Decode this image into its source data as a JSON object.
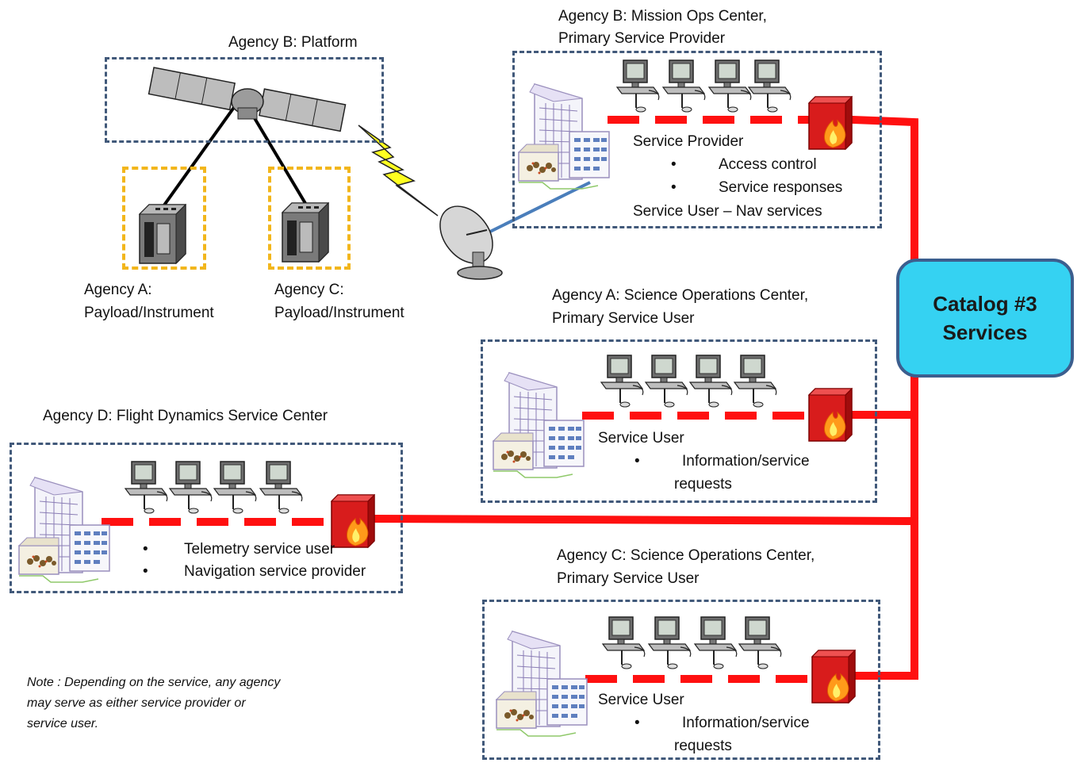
{
  "platform": {
    "title": "Agency B:  Platform",
    "instrument_a": [
      "Agency A:",
      "Payload/Instrument"
    ],
    "instrument_c": [
      "Agency C:",
      "Payload/Instrument"
    ]
  },
  "mission_ops": {
    "title": [
      "Agency B:  Mission Ops Center,",
      "Primary Service Provider"
    ],
    "role": "Service Provider",
    "bullets": [
      "Access control",
      "Service responses"
    ],
    "extra": "Service User – Nav services"
  },
  "science_a": {
    "title": [
      "Agency A:  Science Operations Center,",
      "Primary Service User"
    ],
    "role": "Service User",
    "bullets": [
      "Information/service",
      "requests"
    ]
  },
  "flight_dynamics": {
    "title": "Agency D:  Flight Dynamics Service Center",
    "bullets": [
      "Telemetry service user",
      "Navigation service provider"
    ]
  },
  "science_c": {
    "title": [
      "Agency C:  Science Operations Center,",
      "Primary Service User"
    ],
    "role": "Service User",
    "bullets": [
      "Information/service",
      "requests"
    ]
  },
  "catalog": {
    "line1": "Catalog #3",
    "line2": "Services"
  },
  "note": "Note : Depending on the service, any agency may serve as either service provider or service user.",
  "bullet_char": "•",
  "colors": {
    "network_line": "#ff1010",
    "box_border": "#41597a",
    "instrument_border": "#f2b61c",
    "catalog_fill": "#35d2f2",
    "catalog_border": "#3c5e8e",
    "firewall": "#c81414",
    "antenna_link": "#4a7ebb"
  }
}
